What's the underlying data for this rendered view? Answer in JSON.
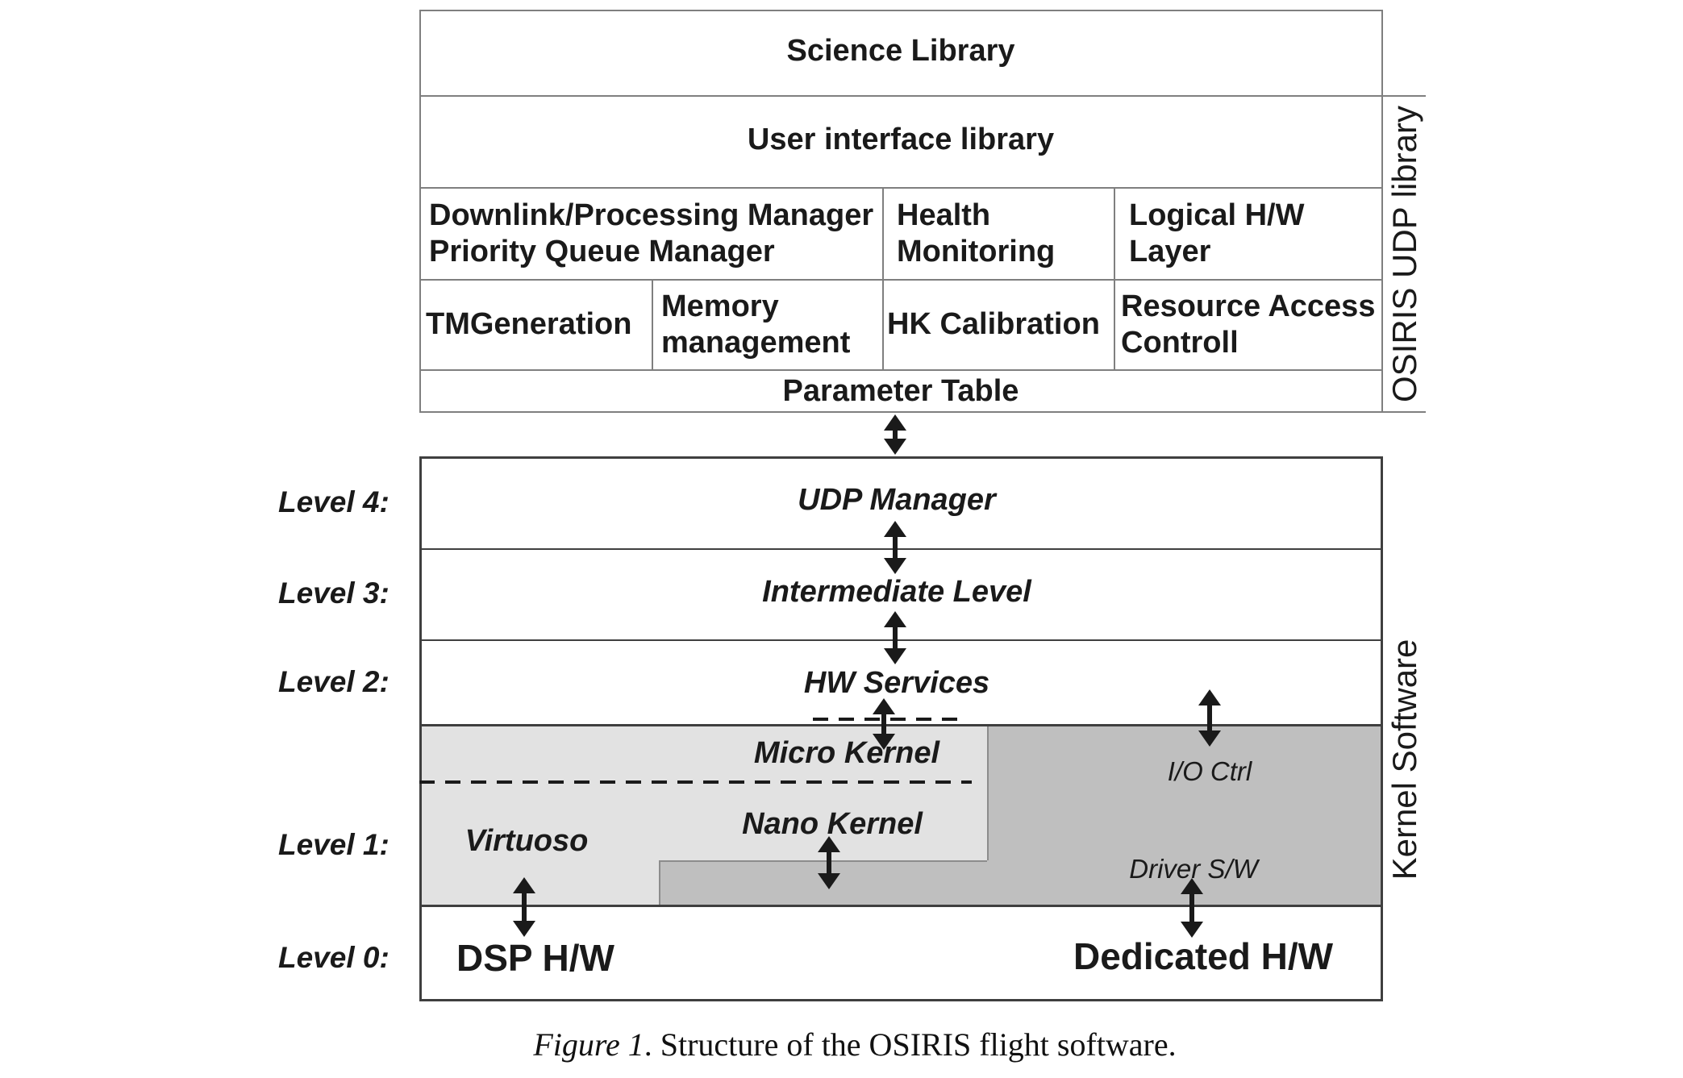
{
  "udp_library": {
    "side_label": "OSIRIS UDP library",
    "science": "Science Library",
    "user_interface": "User interface library",
    "downlink1": "Downlink/Processing Manager",
    "downlink2": "Priority Queue Manager",
    "health1": "Health",
    "health2": "Monitoring",
    "logical1": "Logical H/W",
    "logical2": "Layer",
    "tmgeneration": "TMGeneration",
    "memory1": "Memory",
    "memory2": "management",
    "hk_calibration": "HK Calibration",
    "resource1": "Resource Access",
    "resource2": "Controll",
    "parameter_table": "Parameter Table"
  },
  "kernel": {
    "side_label": "Kernel Software",
    "level4_label": "Level 4:",
    "level3_label": "Level 3:",
    "level2_label": "Level 2:",
    "level1_label": "Level 1:",
    "level0_label": "Level 0:",
    "udp_manager": "UDP Manager",
    "intermediate_level": "Intermediate Level",
    "hw_services": "HW Services",
    "micro_kernel": "Micro Kernel",
    "nano_kernel": "Nano Kernel",
    "virtuoso": "Virtuoso",
    "io_ctrl": "I/O Ctrl",
    "driver_sw": "Driver S/W",
    "dsp_hw": "DSP H/W",
    "dedicated_hw": "Dedicated H/W"
  },
  "caption": {
    "label": "Figure 1",
    "text": ". Structure of the OSIRIS flight software."
  },
  "colors": {
    "light_gray_region": "#e2e2e2",
    "dark_gray_region": "#bfbfbf",
    "table_grid": "#7f7f7f",
    "block_border": "#3f3f3f",
    "arrow_black": "#1a1a1a",
    "background": "#ffffff"
  }
}
